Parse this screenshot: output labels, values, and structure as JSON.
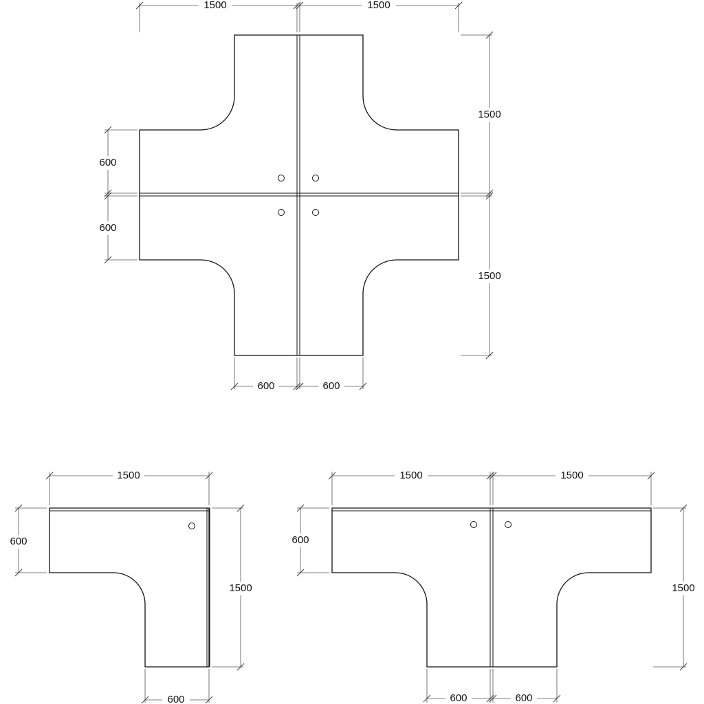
{
  "cross_workstation": {
    "top_left_width": "1500",
    "top_right_width": "1500",
    "right_upper_depth": "1500",
    "right_lower_depth": "1500",
    "left_upper_arm": "600",
    "left_lower_arm": "600",
    "bottom_left_arm": "600",
    "bottom_right_arm": "600"
  },
  "l_workstation": {
    "top_width": "1500",
    "left_arm": "600",
    "right_depth": "1500",
    "bottom_arm": "600"
  },
  "t_workstation": {
    "top_left_width": "1500",
    "top_right_width": "1500",
    "left_arm": "600",
    "right_depth": "1500",
    "bottom_left_arm": "600",
    "bottom_right_arm": "600"
  }
}
